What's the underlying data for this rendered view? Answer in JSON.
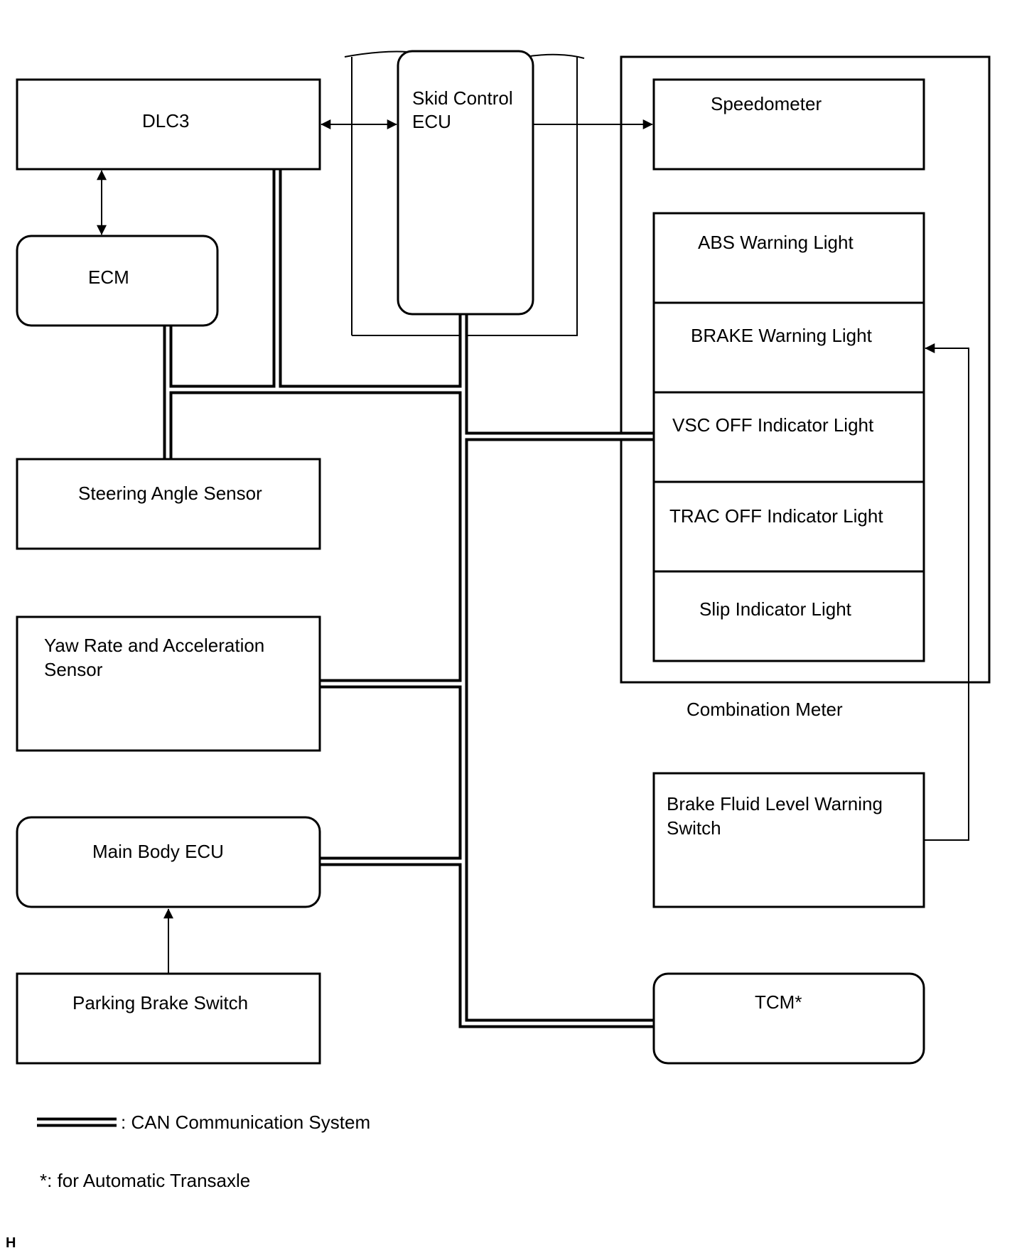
{
  "boxes": {
    "dlc3": "DLC3",
    "ecm": "ECM",
    "skid_control_ecu": [
      "Skid Control",
      "ECU"
    ],
    "speedometer": "Speedometer",
    "abs_warning_light": "ABS Warning Light",
    "brake_warning_light": "BRAKE Warning Light",
    "vsc_off_indicator_light": "VSC OFF Indicator Light",
    "trac_off_indicator_light": "TRAC OFF Indicator Light",
    "slip_indicator_light": "Slip Indicator Light",
    "combination_meter": "Combination Meter",
    "steering_angle_sensor": "Steering Angle Sensor",
    "yaw_rate_sensor": [
      "Yaw Rate and Acceleration",
      "Sensor"
    ],
    "main_body_ecu": "Main Body ECU",
    "parking_brake_switch": "Parking Brake Switch",
    "brake_fluid_switch": [
      "Brake Fluid Level Warning",
      "Switch"
    ],
    "tcm": "TCM*"
  },
  "legend": {
    "can_label": ": CAN Communication System",
    "footnote": "*: for Automatic Transaxle"
  },
  "corner_mark": "H"
}
